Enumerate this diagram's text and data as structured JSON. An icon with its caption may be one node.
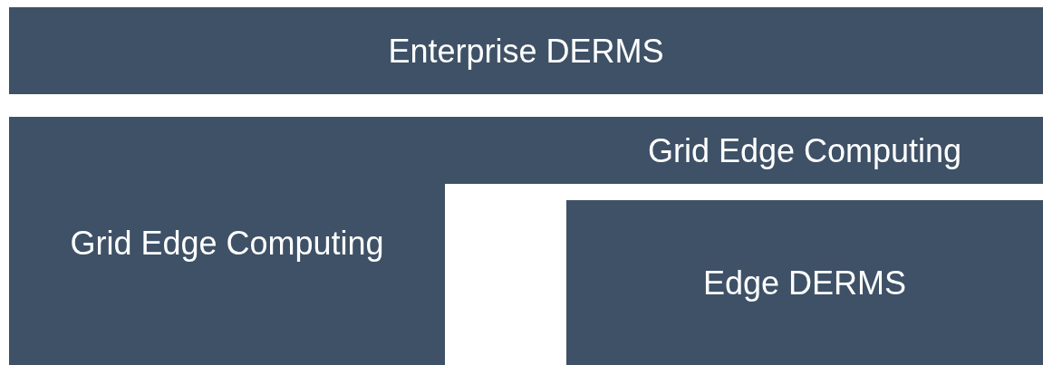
{
  "diagram": {
    "nodes": [
      {
        "text": [
          "Enterprise DERMS"
        ]
      },
      {
        "text": [
          "Grid Edge Computing",
          "Grid Edge Computing"
        ]
      },
      {
        "text": [
          "Edge DERMS"
        ]
      }
    ]
  }
}
